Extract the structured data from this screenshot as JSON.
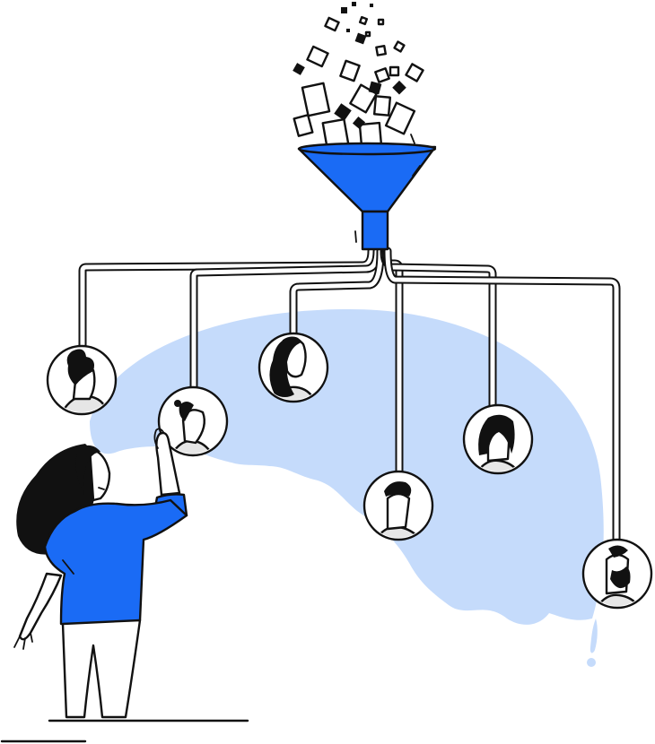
{
  "illustration": {
    "colors": {
      "accent": "#1a6bf5",
      "globe": "#c5dbfb",
      "ink": "#111111",
      "paper": "#ffffff",
      "skin_shade": "#e6e6e6"
    },
    "funnel": {
      "icon": "funnel-icon"
    },
    "particles": {
      "icon": "document-squares-icon"
    },
    "avatars": [
      {
        "icon": "person-avatar-icon",
        "hair": "tied-up"
      },
      {
        "icon": "person-avatar-icon",
        "hair": "bun"
      },
      {
        "icon": "person-avatar-icon",
        "hair": "long-wavy"
      },
      {
        "icon": "person-avatar-icon",
        "hair": "short-side-part"
      },
      {
        "icon": "person-avatar-icon",
        "hair": "bob"
      },
      {
        "icon": "person-avatar-icon",
        "hair": "bearded"
      }
    ],
    "figure": {
      "icon": "woman-pointing-icon",
      "shirt": "blue"
    }
  }
}
